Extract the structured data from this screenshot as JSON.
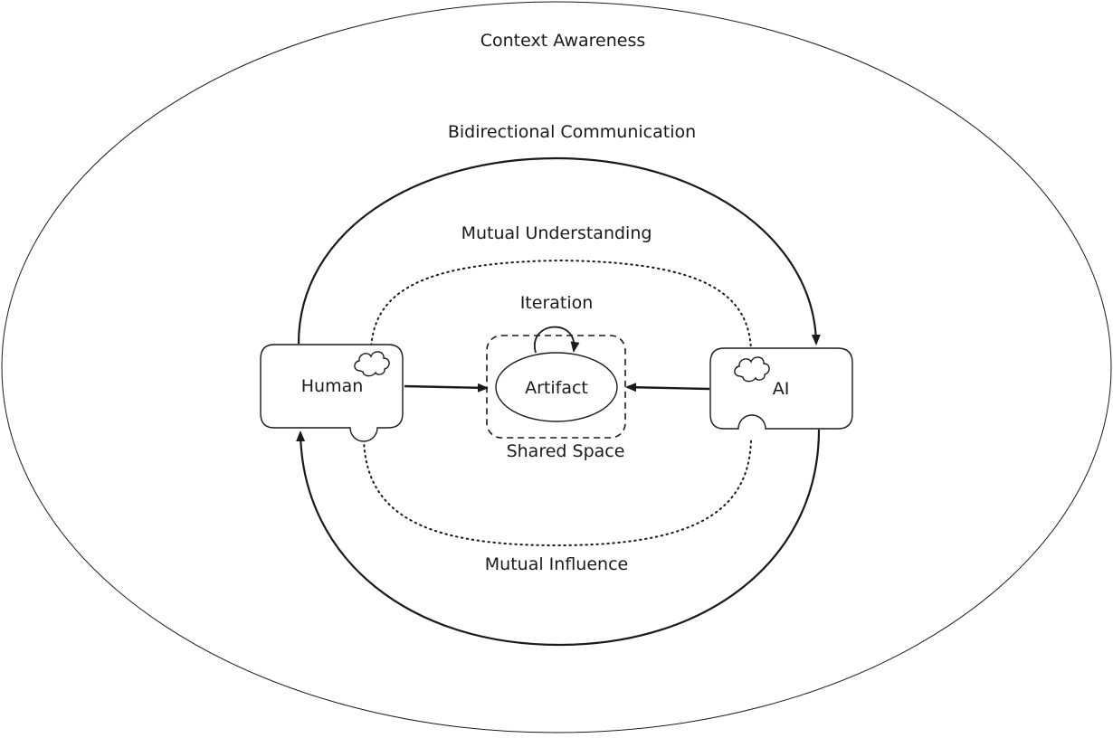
{
  "diagram": {
    "labels": {
      "context_awareness": "Context Awareness",
      "bidirectional_communication": "Bidirectional Communication",
      "mutual_understanding": "Mutual Understanding",
      "iteration": "Iteration",
      "shared_space": "Shared Space",
      "mutual_influence": "Mutual Influence"
    },
    "nodes": {
      "human": "Human",
      "ai": "AI",
      "artifact": "Artifact"
    },
    "icons": {
      "human_thought": "cloud-icon",
      "ai_thought": "cloud-icon"
    },
    "colors": {
      "stroke": "#1a1a1a",
      "background": "#ffffff"
    }
  }
}
